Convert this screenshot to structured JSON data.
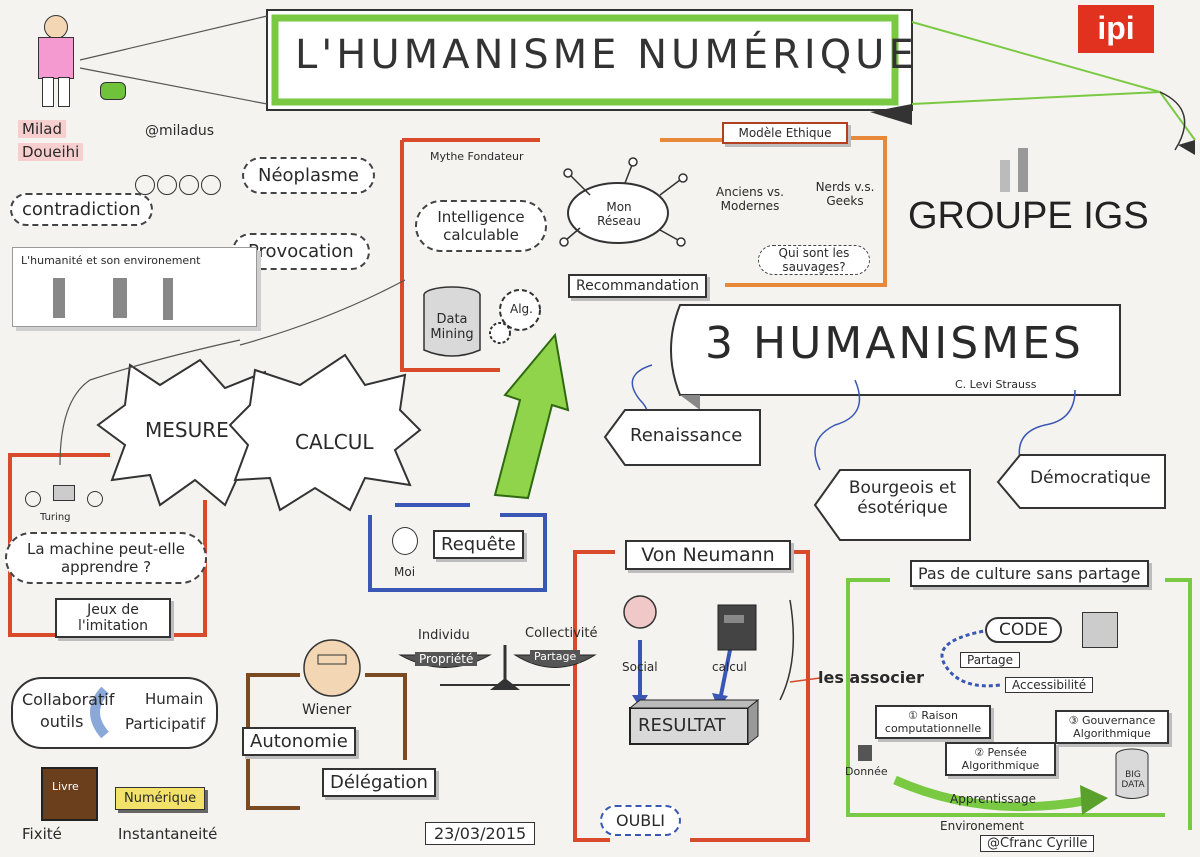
{
  "title": "L'HUMANISME NUMÉRIQUE",
  "logo": "ipi",
  "person": {
    "first": "Milad",
    "last": "Doueihi",
    "handle": "@miladus"
  },
  "left_top": {
    "neoplasme": "Néoplasme",
    "contradiction": "contradiction",
    "provocation": "Provocation"
  },
  "humanite": "L'humanité et son environement",
  "mythe": {
    "heading": "Mythe Fondateur",
    "intelligence": "Intelligence calculable",
    "data": "Data Mining",
    "alg": "Alg.",
    "reseau": "Mon Réseau",
    "recommandation": "Recommandation"
  },
  "ethique": {
    "heading": "Modèle Ethique",
    "anciens": "Anciens vs. Modernes",
    "nerds": "Nerds v.s. Geeks",
    "sauvages": "Qui sont les sauvages?"
  },
  "groupe": "GROUPE IGS",
  "humanismes": {
    "heading": "3 HUMANISMES",
    "author": "C. Levi Strauss",
    "items": [
      "Renaissance",
      "Bourgeois et ésotérique",
      "Démocratique"
    ]
  },
  "mesure": "MESURE",
  "calcul": "CALCUL",
  "turing": {
    "name": "Turing",
    "question": "La machine peut-elle apprendre ?",
    "jeux": "Jeux de l'imitation"
  },
  "requete": {
    "moi": "Moi",
    "label": "Requête"
  },
  "von_neumann": {
    "heading": "Von Neumann",
    "social": "Social",
    "calcul": "calcul",
    "resultat": "RESULTAT",
    "oubli": "OUBLI",
    "associer": "les associer"
  },
  "balance": {
    "individu": "Individu",
    "propriete": "Propriété",
    "collectivite": "Collectivité",
    "partage": "Partage"
  },
  "wiener": {
    "name": "Wiener",
    "autonomie": "Autonomie",
    "delegation": "Délégation"
  },
  "collab": {
    "collaboratif": "Collaboratif",
    "outils": "outils",
    "humain": "Humain",
    "participatif": "Participatif"
  },
  "bottom_left": {
    "livre": "Livre",
    "fixite": "Fixité",
    "numerique": "Numérique",
    "instant": "Instantaneité"
  },
  "date": "23/03/2015",
  "culture": {
    "heading": "Pas de culture sans partage",
    "code": "CODE",
    "partage": "Partage",
    "access": "Accessibilité",
    "raison": "① Raison computationnelle",
    "pensee": "② Pensée Algorithmique",
    "gouvernance": "③ Gouvernance Algorithmique",
    "donnee": "Donnée",
    "big_data": "BIG DATA",
    "apprentissage": "Apprentissage",
    "environement": "Environement"
  },
  "credit": "@Cfranc Cyrille",
  "colors": {
    "green": "#7ac943",
    "red": "#d94a2a",
    "orange": "#e8893a",
    "blue": "#3a57b5",
    "brown": "#7a4a22"
  }
}
